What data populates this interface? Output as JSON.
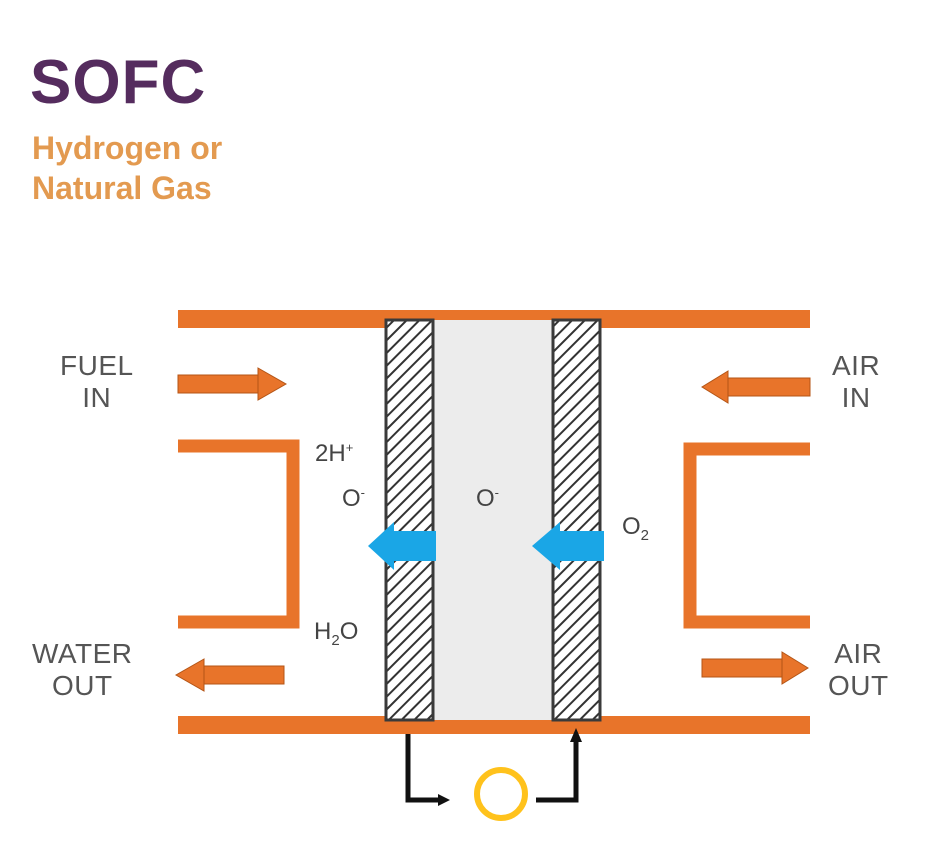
{
  "header": {
    "title": "SOFC",
    "subtitle_line1": "Hydrogen or",
    "subtitle_line2": "Natural Gas"
  },
  "labels": {
    "fuel_in": [
      "FUEL",
      "IN"
    ],
    "air_in": [
      "AIR",
      "IN"
    ],
    "water_out": [
      "WATER",
      "OUT"
    ],
    "air_out": [
      "AIR",
      "OUT"
    ]
  },
  "chemistry": {
    "anode_hydrogen": {
      "base": "2H",
      "sup": "+"
    },
    "anode_oxide": {
      "base": "O",
      "sup": "-"
    },
    "electrolyte_oxide": {
      "base": "O",
      "sup": "-"
    },
    "oxygen": {
      "base": "O",
      "sub": "2"
    },
    "water": {
      "base": "H",
      "sub": "2",
      "tail": "O"
    }
  },
  "colors": {
    "title": "#552c5e",
    "subtitle": "#e39a50",
    "orange": "#e8742a",
    "blue": "#1aa6e6",
    "electrolyte": "#ececec",
    "circuit": "#111111",
    "load": "#ffc21c"
  },
  "icons": {
    "load": "circle-load-icon",
    "ion_flow": "left-arrow-icon"
  }
}
